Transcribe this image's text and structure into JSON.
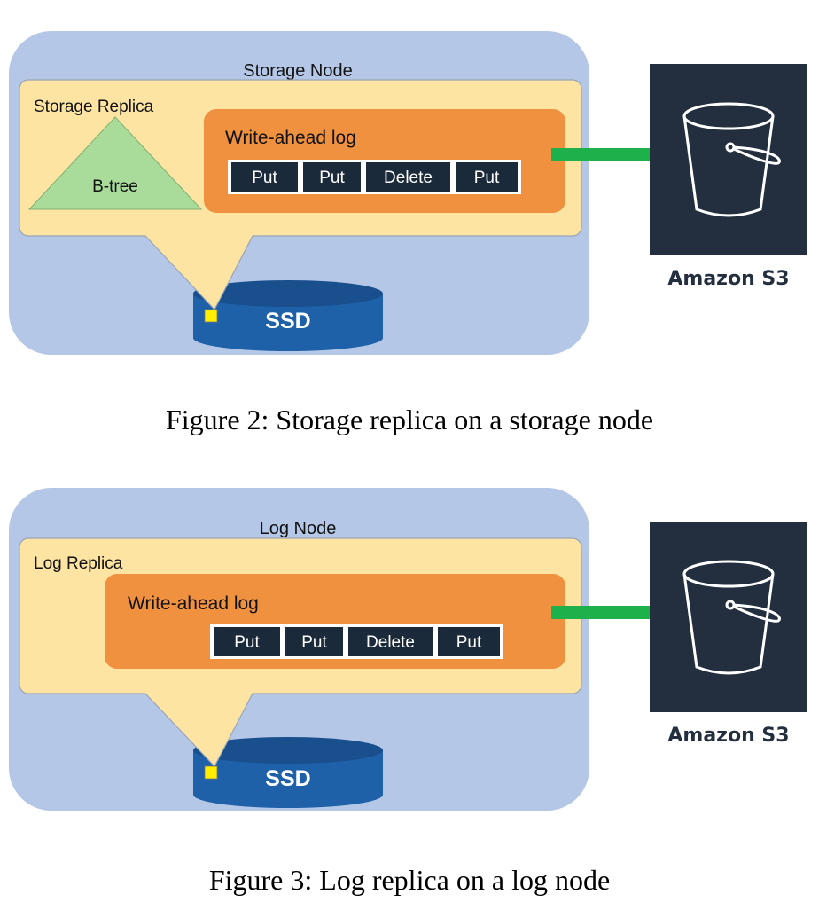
{
  "figures": [
    {
      "node_label": "Storage Node",
      "replica_label": "Storage Replica",
      "btree_label": "B-tree",
      "wal_label": "Write-ahead log",
      "wal_entries": [
        "Put",
        "Put",
        "Delete",
        "Put"
      ],
      "ssd_label": "SSD",
      "s3_label": "Amazon S3",
      "caption": "Figure 2: Storage replica on a storage node"
    },
    {
      "node_label": "Log Node",
      "replica_label": "Log Replica",
      "wal_label": "Write-ahead log",
      "wal_entries": [
        "Put",
        "Put",
        "Delete",
        "Put"
      ],
      "ssd_label": "SSD",
      "s3_label": "Amazon S3",
      "caption": "Figure 3: Log replica on a log node"
    }
  ],
  "colors": {
    "node_bg": "#b4c7e7",
    "replica_bg": "#fde4a2",
    "wal_bg": "#f0913f",
    "entry_bg": "#1b2a3a",
    "btree_fill": "#a9dc9b",
    "ssd_fill": "#1e61a8",
    "ssd_top": "#1a4f8e",
    "arrow": "#1eb14b",
    "s3_bg": "#232f3e",
    "marker": "#ffee00"
  },
  "icons": {
    "s3": "bucket-icon",
    "arrow": "arrow-right-icon",
    "disk": "database-cylinder-icon"
  }
}
